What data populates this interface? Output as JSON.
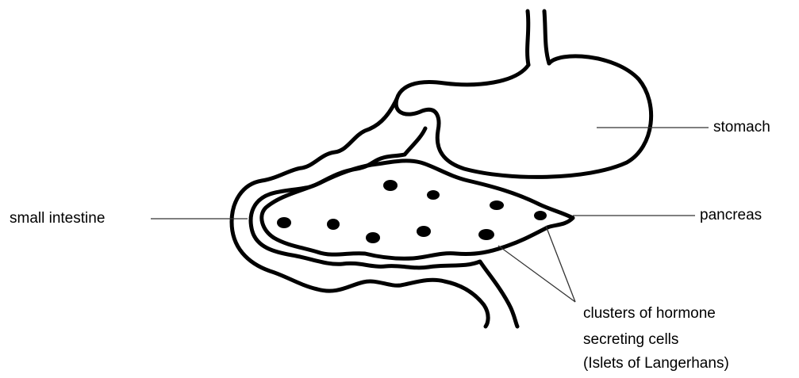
{
  "labels": {
    "stomach": "stomach",
    "small_intestine": "small intestine",
    "pancreas": "pancreas",
    "islets_line1": "clusters of hormone",
    "islets_line2": "secreting cells",
    "islets_line3": "(Islets of Langerhans)"
  }
}
